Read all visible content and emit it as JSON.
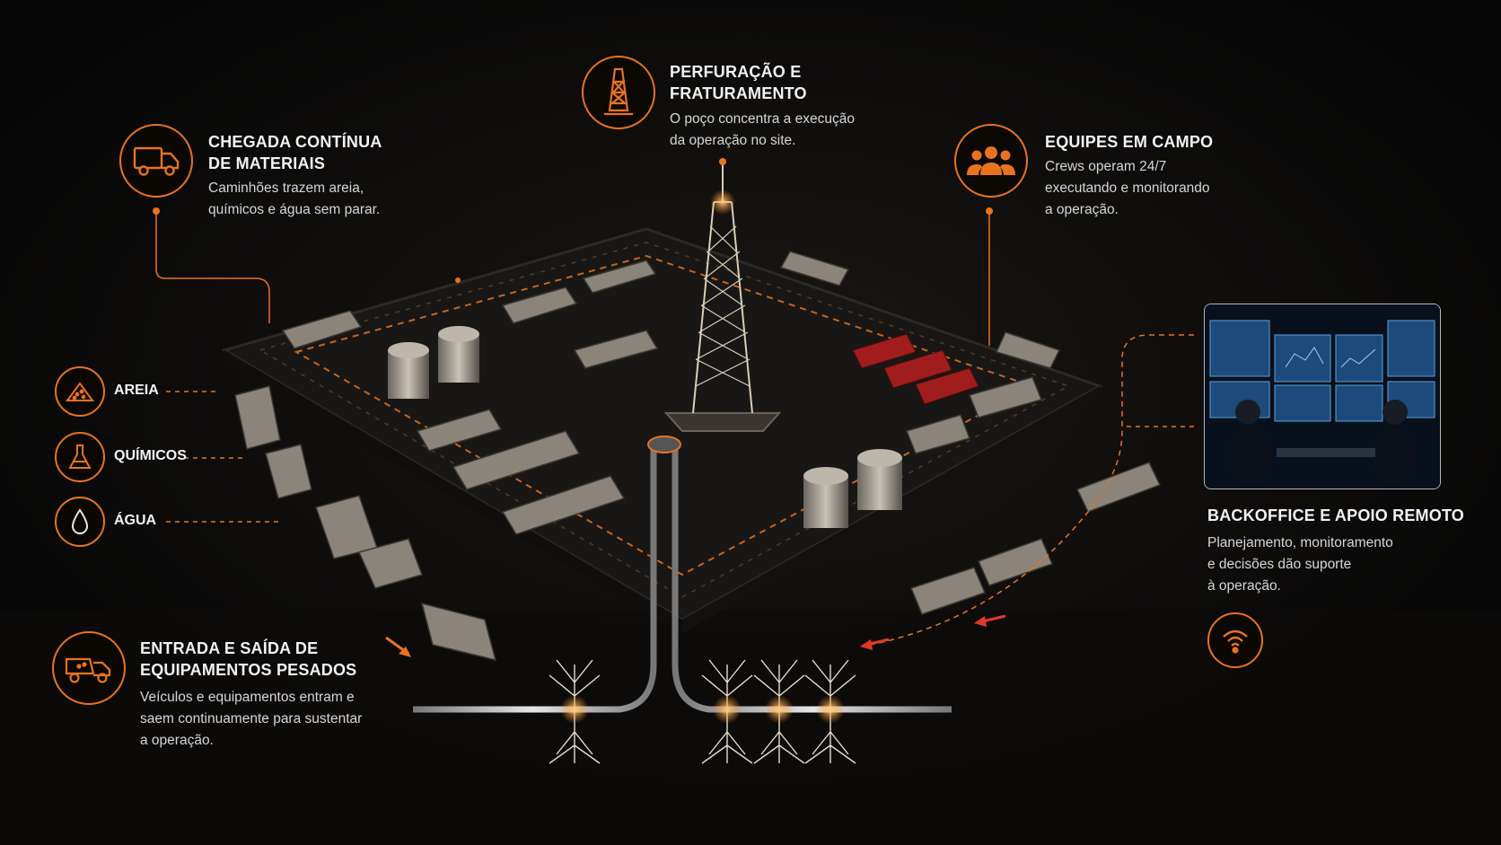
{
  "colors": {
    "accent": "#e8731f",
    "background": "#070707",
    "text": "#f2f2f2",
    "flow_red": "#e0392b"
  },
  "materials": {
    "icon": "truck-icon",
    "title": "CHEGADA CONTÍNUA\nDE MATERIAIS",
    "desc": "Caminhões trazem areia,\nquímicos e água sem parar."
  },
  "drilling": {
    "icon": "drilling-rig-icon",
    "title": "PERFURAÇÃO E\nFRATURAMENTO",
    "desc": "O poço concentra a execução\nda operação no site."
  },
  "crews": {
    "icon": "people-group-icon",
    "title": "EQUIPES EM CAMPO",
    "desc": "Crews operam 24/7\nexecutando e monitorando\na operação."
  },
  "resources": [
    {
      "icon": "sand-pile-icon",
      "label": "AREIA"
    },
    {
      "icon": "chemical-flask-icon",
      "label": "QUÍMICOS"
    },
    {
      "icon": "water-drop-icon",
      "label": "ÁGUA"
    }
  ],
  "heavy_equipment": {
    "icon": "dump-truck-icon",
    "title": "ENTRADA E SAÍDA DE\nEQUIPAMENTOS PESADOS",
    "desc": "Veículos e equipamentos entram e\nsaem continuamente para sustentar\na operação."
  },
  "backoffice": {
    "icon": "wifi-signal-icon",
    "title": "BACKOFFICE E APOIO REMOTO",
    "desc": "Planejamento, monitoramento\ne decisões dão suporte\nà operação."
  }
}
